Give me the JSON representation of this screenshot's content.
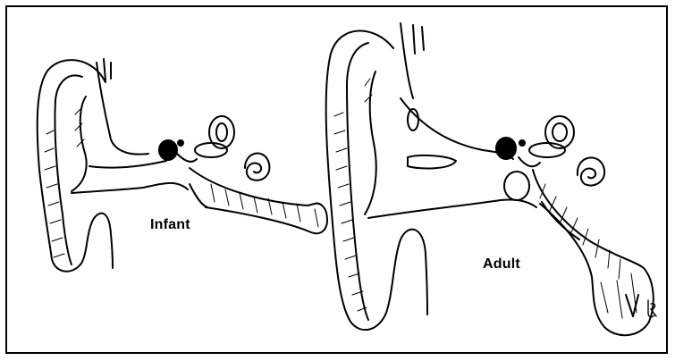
{
  "labels": {
    "infant": "Infant",
    "adult": "Adult"
  },
  "signature": "JR",
  "colors": {
    "line": "#000000",
    "background": "#ffffff"
  }
}
